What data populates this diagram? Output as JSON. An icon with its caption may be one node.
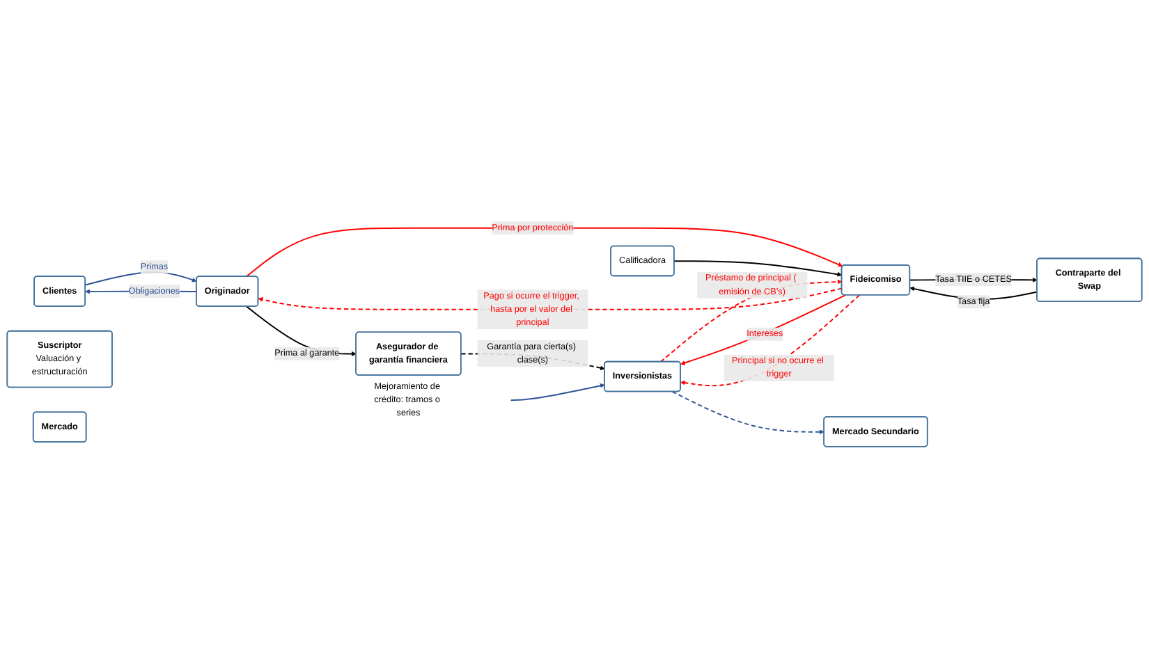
{
  "diagram": {
    "nodes": [
      {
        "text": [
          "Clientes"
        ]
      },
      {
        "text": [
          "Originador"
        ]
      },
      {
        "text": [
          "Asegurador de garantía financiera"
        ]
      },
      {
        "text": [
          "Calificadora"
        ]
      },
      {
        "text": [
          "Suscriptor",
          "Valuación y estructuración"
        ]
      },
      {
        "text": [
          "Fideicomiso"
        ]
      },
      {
        "text": [
          "Inversionistas"
        ]
      },
      {
        "text": [
          "Mercado Secundario"
        ]
      },
      {
        "text": [
          "Mercado"
        ]
      },
      {
        "text": [
          "Contraparte del Swap"
        ]
      },
      {
        "text": [
          "Mejoramiento de crédito: tramos o series"
        ]
      }
    ],
    "edges": [
      {
        "from": 0,
        "to": 1,
        "arrow": "to",
        "label": "Primas",
        "color": "#2f5597"
      },
      {
        "from": 1,
        "to": 0,
        "arrow": "to",
        "label": "Obligaciones",
        "color": "#2f5597"
      },
      {
        "from": 1,
        "to": 2,
        "arrow": "to",
        "label": "Prima al garante",
        "color": "#000000"
      },
      {
        "from": 1,
        "to": 5,
        "arrow": "to",
        "label": "Prima por protección",
        "color": "#ff0000"
      },
      {
        "from": 5,
        "to": 1,
        "arrow": "to",
        "label": "Pago si ocurre el trigger, hasta por el valor del principal",
        "style": "dashed",
        "color": "#ff0000"
      },
      {
        "from": 2,
        "to": 6,
        "arrow": "to",
        "label": "Garantía para cierta(s) clase(s)",
        "style": "dashed",
        "color": "#000000"
      },
      {
        "from": 3,
        "to": 5,
        "arrow": "to",
        "color": "#000000"
      },
      {
        "from": 5,
        "to": 6,
        "arrow": "to",
        "label": "Intereses",
        "color": "#ff0000"
      },
      {
        "from": 5,
        "to": 6,
        "arrow": "to",
        "label": "Principal si no ocurre el trigger",
        "style": "dashed",
        "color": "#ff0000"
      },
      {
        "from": 6,
        "to": 5,
        "arrow": "to",
        "label": "Préstamo de principal ( emisión de CB’s)",
        "style": "dashed",
        "color": "#ff0000"
      },
      {
        "from": 6,
        "to": 7,
        "arrow": "to",
        "style": "dashed",
        "color": "#2f5597"
      },
      {
        "from": 9,
        "to": 5,
        "arrow": "to",
        "label": "Tasa fija",
        "color": "#000000"
      },
      {
        "from": 5,
        "to": 9,
        "arrow": "to",
        "label": "Tasa TIIE o CETES",
        "color": "#000000"
      },
      {
        "from": 10,
        "to": 6,
        "arrow": "to",
        "color": "#2f5597"
      }
    ]
  }
}
